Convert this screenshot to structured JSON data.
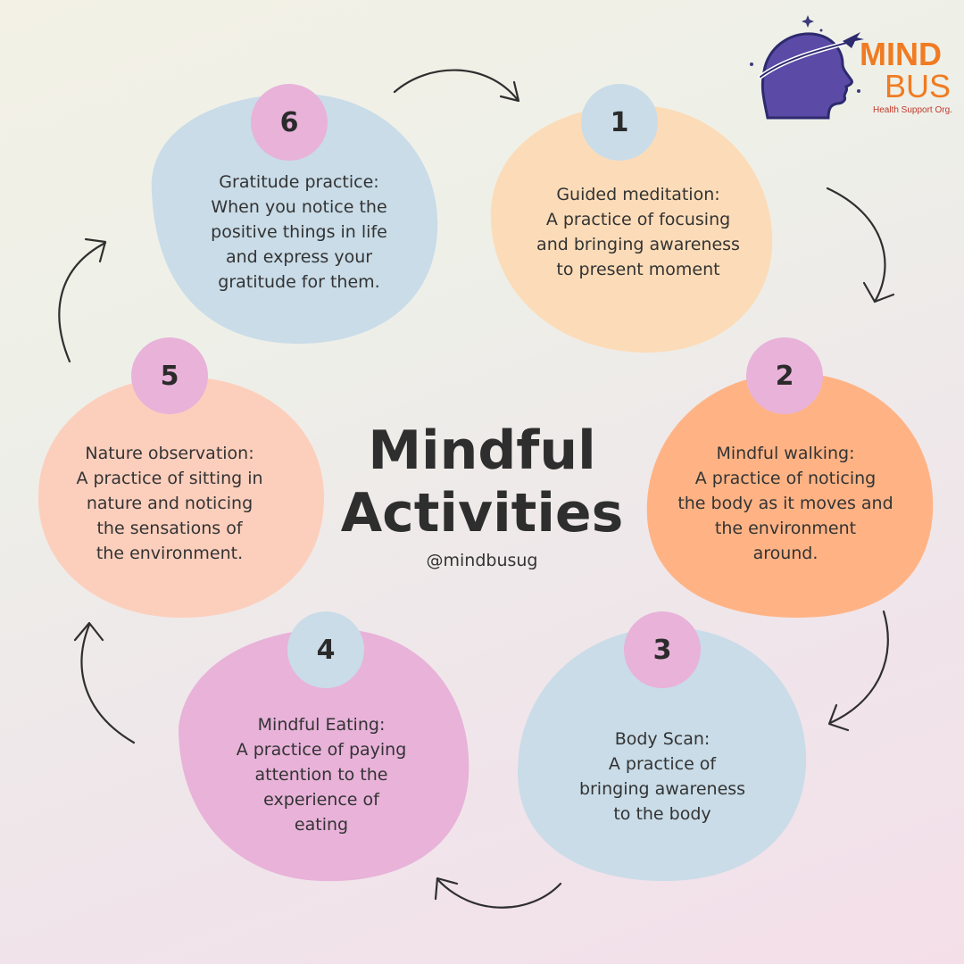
{
  "title": {
    "line1": "Mindful",
    "line2": "Activities"
  },
  "handle": "@mindbusug",
  "logo": {
    "mind": "MIND",
    "bus": "BUS",
    "tagline": "Health Support Org."
  },
  "colors": {
    "blue": "#c9dce8",
    "peach": "#fcdcb8",
    "orange": "#ffb385",
    "salmon": "#fccfbd",
    "pink": "#e8b2d9",
    "badge_pink": "#e8b2d9",
    "badge_blue": "#c9dce8",
    "logo_orange": "#f07b22",
    "logo_purple": "#5b4ba6"
  },
  "activities": [
    {
      "number": "1",
      "lines": [
        "Guided meditation:",
        "A practice of focusing",
        "and bringing awareness",
        "to present moment"
      ]
    },
    {
      "number": "2",
      "lines": [
        "Mindful walking:",
        "A practice of noticing",
        "the body as it moves and",
        "the environment",
        "around."
      ]
    },
    {
      "number": "3",
      "lines": [
        "Body Scan:",
        "A practice of",
        "bringing awareness",
        "to the body"
      ]
    },
    {
      "number": "4",
      "lines": [
        "Mindful Eating:",
        "A practice of paying",
        "attention to the",
        "experience of",
        "eating"
      ]
    },
    {
      "number": "5",
      "lines": [
        "Nature observation:",
        "A practice of sitting in",
        "nature and noticing",
        "the sensations of",
        "the environment."
      ]
    },
    {
      "number": "6",
      "lines": [
        "Gratitude practice:",
        "When you notice the",
        "positive things in life",
        "and express your",
        "gratitude for them."
      ]
    }
  ]
}
